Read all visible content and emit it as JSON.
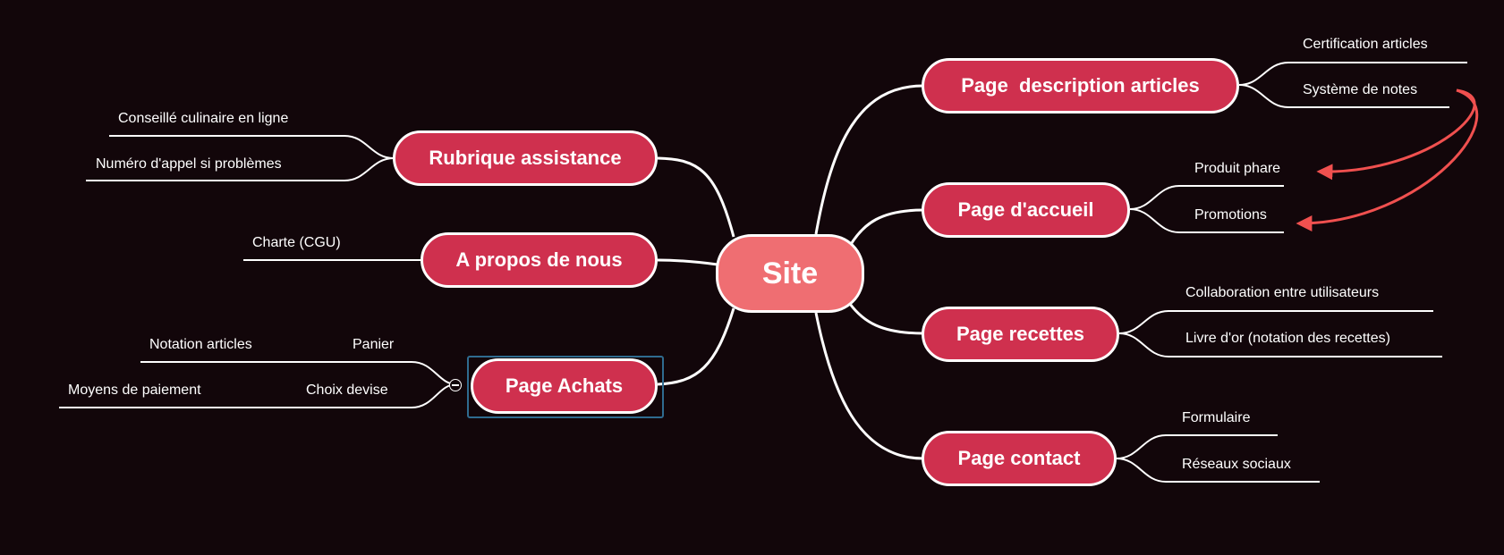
{
  "diagram": {
    "colors": {
      "background": "#12060a",
      "root_fill": "#ef6e72",
      "branch_fill": "#cf304e",
      "connector": "#ffffff",
      "arrow": "#f0504f",
      "selection": "#2f6b8f"
    },
    "root": {
      "label": "Site"
    },
    "branches": {
      "description": {
        "label": "Page  description articles",
        "items": [
          "Certification articles",
          "Système de notes"
        ]
      },
      "accueil": {
        "label": "Page d'accueil",
        "items": [
          "Produit phare",
          "Promotions"
        ]
      },
      "recettes": {
        "label": "Page recettes",
        "items": [
          "Collaboration entre utilisateurs",
          "Livre d'or (notation des recettes)"
        ]
      },
      "contact": {
        "label": "Page contact",
        "items": [
          "Formulaire",
          "Réseaux sociaux"
        ]
      },
      "assistance": {
        "label": "Rubrique assistance",
        "items": [
          "Conseillé culinaire en ligne",
          "Numéro d'appel si problèmes"
        ]
      },
      "apropos": {
        "label": "A propos de nous",
        "items": [
          "Charte (CGU)"
        ]
      },
      "achats": {
        "label": "Page Achats",
        "selected": true,
        "items": [
          {
            "label": "Panier",
            "children": [
              "Notation articles"
            ]
          },
          {
            "label": "Choix devise",
            "children": [
              "Moyens de paiement"
            ]
          }
        ]
      }
    },
    "relationships": [
      {
        "from": "Système de notes",
        "to": "Produit phare"
      },
      {
        "from": "Système de notes",
        "to": "Promotions"
      }
    ]
  }
}
